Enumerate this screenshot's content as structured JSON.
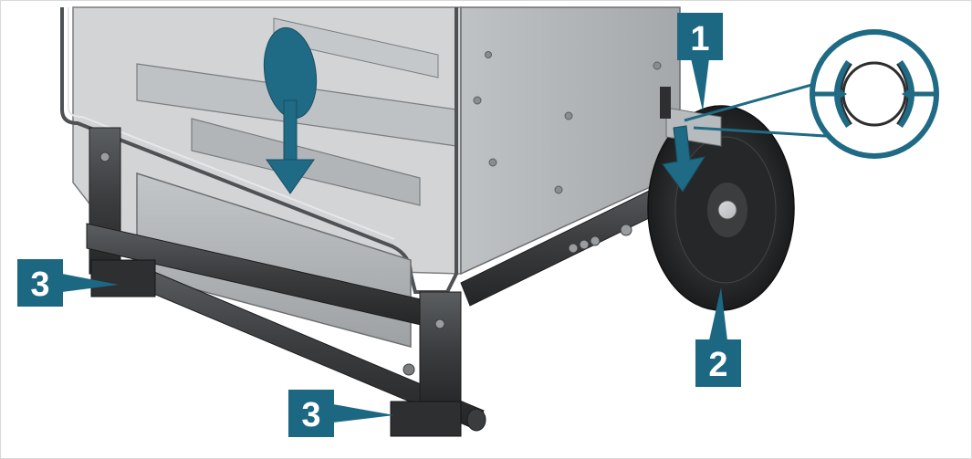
{
  "figure": {
    "colors": {
      "background": "#ffffff",
      "frame": "#3a3c3e",
      "frame_light": "#5a5d60",
      "panel": "#c9cbcd",
      "panel_dark": "#a7aaad",
      "wheel": "#2c2d2f",
      "hub": "#d7d9db",
      "accent": "#1f6a84",
      "label_fill": "#1c6883"
    },
    "callouts": [
      {
        "id": "callout-1",
        "text": "1"
      },
      {
        "id": "callout-2",
        "text": "2"
      },
      {
        "id": "callout-3a",
        "text": "3"
      },
      {
        "id": "callout-3b",
        "text": "3"
      }
    ],
    "icons": [
      "down-arrow-icon",
      "detail-zoom-icon",
      "clip-ring-icon"
    ]
  }
}
